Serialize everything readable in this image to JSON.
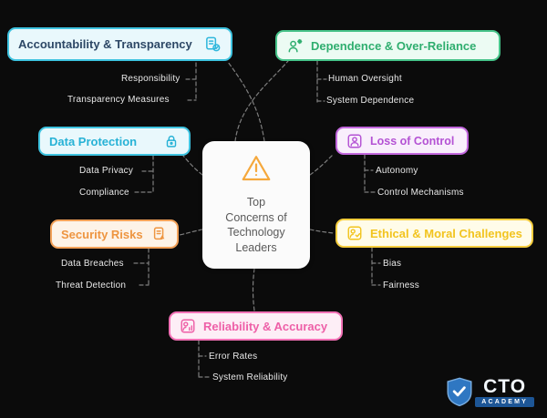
{
  "center": {
    "icon": "warning-triangle-icon",
    "text": "Top Concerns of Technology Leaders",
    "lines": [
      "Top",
      "Concerns of",
      "Technology",
      "Leaders"
    ]
  },
  "nodes": [
    {
      "label": "Accountability & Transparency",
      "color": "#3ec3e0",
      "icon": "documents-check-icon",
      "items": [
        "Responsibility",
        "Transparency Measures"
      ]
    },
    {
      "label": "Dependence & Over-Reliance",
      "color": "#46c389",
      "icon": "person-gear-icon",
      "items": [
        "Human Oversight",
        "System Dependence"
      ]
    },
    {
      "label": "Data Protection",
      "color": "#3ec3e0",
      "icon": "lock-icon",
      "items": [
        "Data Privacy",
        "Compliance"
      ]
    },
    {
      "label": "Loss of Control",
      "color": "#c267dd",
      "icon": "person-frame-icon",
      "items": [
        "Autonomy",
        "Control Mechanisms"
      ]
    },
    {
      "label": "Security Risks",
      "color": "#f2a159",
      "icon": "document-warning-icon",
      "items": [
        "Data Breaches",
        "Threat Detection"
      ]
    },
    {
      "label": "Ethical & Moral Challenges",
      "color": "#f6ce3e",
      "icon": "person-check-icon",
      "items": [
        "Bias",
        "Fairness"
      ]
    },
    {
      "label": "Reliability & Accuracy",
      "color": "#f272b6",
      "icon": "person-chart-icon",
      "items": [
        "Error Rates",
        "System Reliability"
      ]
    }
  ],
  "logo": {
    "name": "CTO",
    "subtitle": "ACADEMY"
  },
  "colors": {
    "background": "#0b0b0b",
    "connector": "#7e7e7e",
    "center_bg": "#fbfbfb",
    "warning": "#f5a83c"
  }
}
